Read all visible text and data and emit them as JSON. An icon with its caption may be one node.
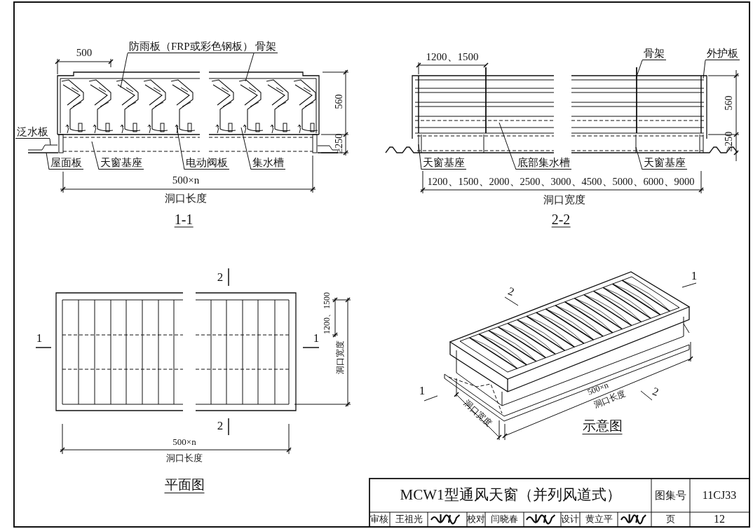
{
  "diagram": {
    "title": "MCW1型通风天窗（并列风道式）",
    "nodes": [
      {
        "text": [
          "防雨板（FRP或彩色钢板）"
        ]
      },
      {
        "text": [
          "骨架"
        ]
      },
      {
        "text": [
          "泛水板"
        ]
      },
      {
        "text": [
          "屋面板"
        ]
      },
      {
        "text": [
          "天窗基座"
        ]
      },
      {
        "text": [
          "电动阀板"
        ]
      },
      {
        "text": [
          "集水槽"
        ]
      },
      {
        "text": [
          "骨架"
        ]
      },
      {
        "text": [
          "外护板"
        ]
      },
      {
        "text": [
          "天窗基座"
        ]
      },
      {
        "text": [
          "底部集水槽"
        ]
      },
      {
        "text": [
          "天窗基座"
        ]
      },
      {
        "text": [],
        "shape": "picture"
      },
      {
        "text": [],
        "shape": "bar"
      }
    ],
    "edges": [
      {
        "from": 0,
        "to": null,
        "arrow": "none"
      },
      {
        "from": 1,
        "to": null,
        "arrow": "none"
      },
      {
        "from": 2,
        "to": 12,
        "arrow": "none"
      },
      {
        "from": 3,
        "to": 13,
        "arrow": "none"
      },
      {
        "from": 4,
        "to": null,
        "arrow": "none"
      },
      {
        "from": 5,
        "to": null,
        "arrow": "none"
      },
      {
        "from": 6,
        "to": null,
        "arrow": "none"
      },
      {
        "from": 7,
        "to": null,
        "arrow": "none"
      },
      {
        "from": 8,
        "to": null,
        "arrow": "none"
      },
      {
        "from": 9,
        "to": null,
        "arrow": "none"
      },
      {
        "from": 10,
        "to": null,
        "arrow": "none"
      },
      {
        "from": 11,
        "to": null,
        "arrow": "none"
      }
    ],
    "labels": [
      "500",
      "560",
      "≥250",
      "500×n",
      "洞口长度",
      "1-1",
      "1200、1500",
      "560",
      "≥250",
      "1200、1500、2000、2500、3000、4500、5000、6000、9000",
      "洞口宽度",
      "2-2",
      "2",
      "1",
      "1",
      "1200、1500",
      "洞口宽度",
      "2",
      "500×n",
      "洞口长度",
      "平面图",
      "1",
      "2",
      "1",
      "500×n",
      "2",
      "洞口长度",
      "洞口宽度",
      "示意图",
      "图集号",
      "11CJ33",
      "审核",
      "王祖光",
      "校对",
      "闫晓春",
      "设计",
      "黄立平",
      "页",
      "12"
    ]
  }
}
